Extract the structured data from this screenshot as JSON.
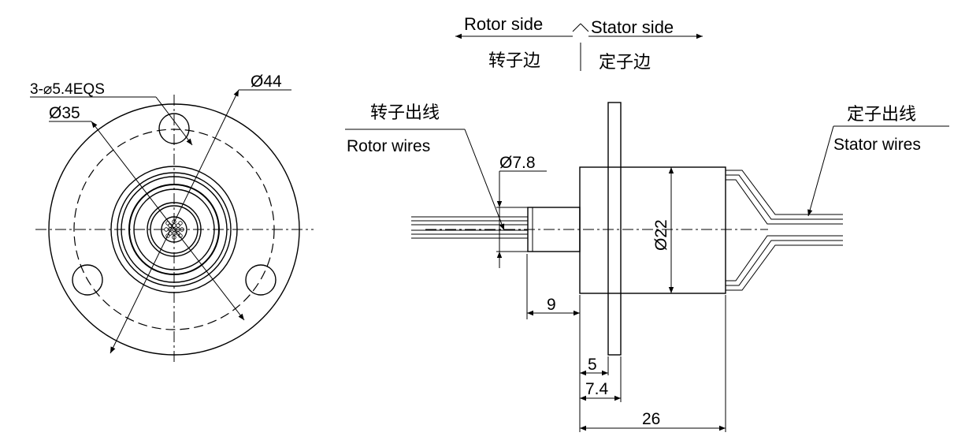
{
  "labels": {
    "rotor_side": "Rotor side",
    "stator_side": "Stator side",
    "rotor_side_cn": "转子边",
    "stator_side_cn": "定子边",
    "rotor_wires_cn": "转子出线",
    "rotor_wires": "Rotor wires",
    "stator_wires_cn": "定子出线",
    "stator_wires": "Stator wires"
  },
  "dimensions": {
    "holes": "3-⌀5.4EQS",
    "flange_diameter": "Ø44",
    "pitch_circle": "Ø35",
    "rotor_diameter": "Ø7.8",
    "body_diameter": "Ø22",
    "rotor_length": "9",
    "flange_thickness": "5",
    "flange_offset": "7.4",
    "overall_length": "26"
  }
}
